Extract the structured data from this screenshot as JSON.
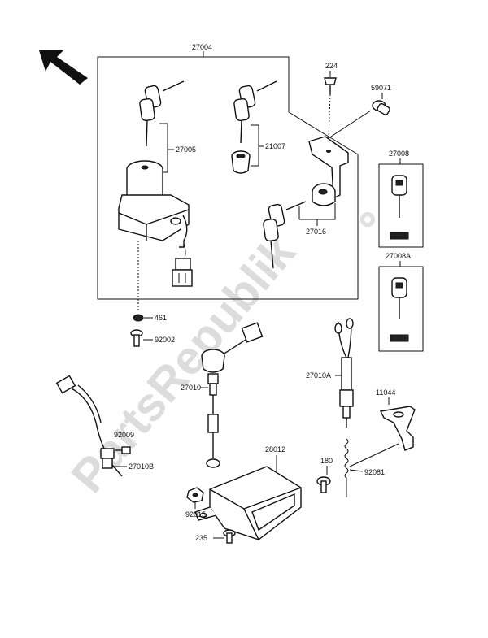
{
  "diagram": {
    "watermark": "PartsRepublik",
    "labels": {
      "p27004": "27004",
      "p224": "224",
      "p59071": "59071",
      "p27005": "27005",
      "p21007": "21007",
      "p27008": "27008",
      "p27016": "27016",
      "p27008A": "27008A",
      "p461": "461",
      "p92002": "92002",
      "p27010": "27010",
      "p27010A": "27010A",
      "p11044": "11044",
      "p92009": "92009",
      "p27010B": "27010B",
      "p28012": "28012",
      "p180": "180",
      "p92081": "92081",
      "p92015": "92015",
      "p235": "235"
    }
  }
}
